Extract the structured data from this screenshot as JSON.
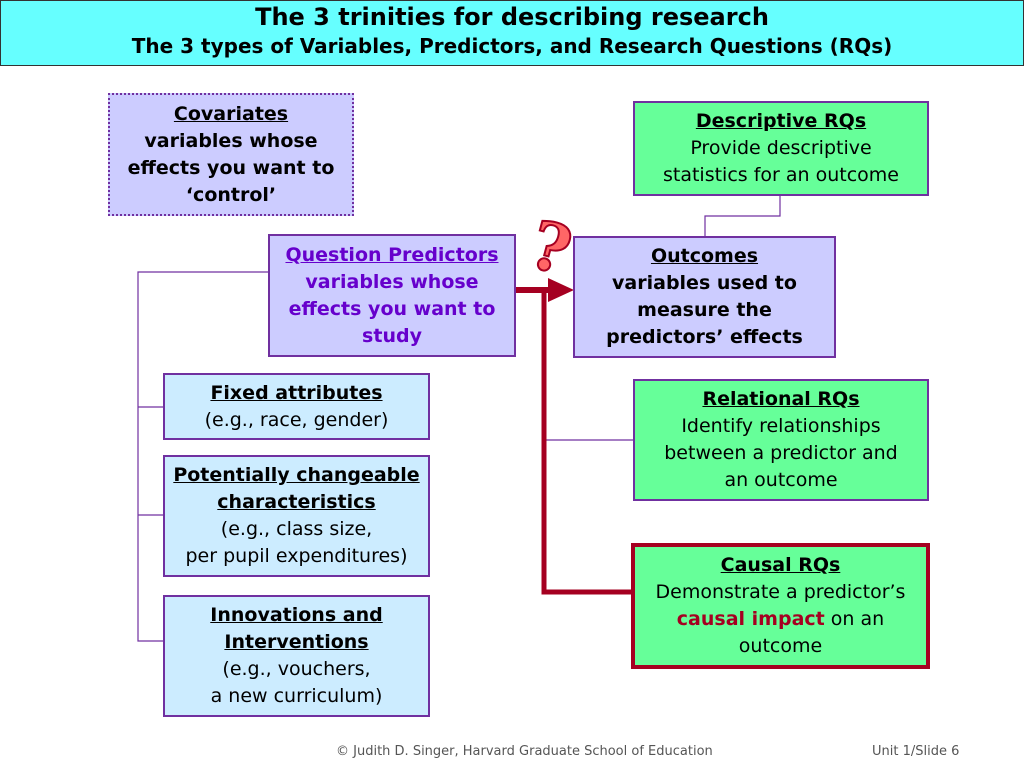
{
  "header": {
    "title": "The 3 trinities for describing research",
    "subtitle": "The 3 types of Variables, Predictors, and Research Questions (RQs)"
  },
  "covariates": {
    "heading": "Covariates",
    "line1": "variables whose",
    "line2": "effects you want to",
    "line3": "‘control’"
  },
  "question_predictors": {
    "heading": "Question Predictors",
    "line1": "variables whose",
    "line2": "effects you want to",
    "line3": "study"
  },
  "fixed_attributes": {
    "heading": "Fixed attributes",
    "line1": "(e.g., race, gender)"
  },
  "changeable": {
    "heading1": "Potentially changeable",
    "heading2": "characteristics",
    "line1": "(e.g., class size,",
    "line2": "per pupil expenditures)"
  },
  "innovations": {
    "heading1": "Innovations and",
    "heading2": "Interventions",
    "line1": "(e.g., vouchers,",
    "line2": "a new curriculum)"
  },
  "descriptive": {
    "heading": "Descriptive RQs",
    "line1": "Provide descriptive",
    "line2": "statistics for an outcome"
  },
  "outcomes": {
    "heading": "Outcomes",
    "line1": "variables used to",
    "line2": "measure the",
    "line3": "predictors’ effects"
  },
  "relational": {
    "heading": "Relational RQs",
    "line1": "Identify relationships",
    "line2": "between a predictor and",
    "line3": "an outcome"
  },
  "causal": {
    "heading": "Causal RQs",
    "line1": "Demonstrate a predictor’s",
    "line2_bold": "causal impact",
    "line2_rest": " on an",
    "line3": "outcome"
  },
  "footer": {
    "credit": "© Judith D. Singer, Harvard Graduate School of Education",
    "slide": "Unit 1/Slide 6"
  },
  "colors": {
    "header_bg": "#66ffff",
    "lavender": "#ccccff",
    "light_blue": "#ccecff",
    "green": "#66ff99",
    "connector": "#7030a0",
    "accent_red": "#a50021"
  },
  "icons": {
    "question_mark": "?"
  }
}
